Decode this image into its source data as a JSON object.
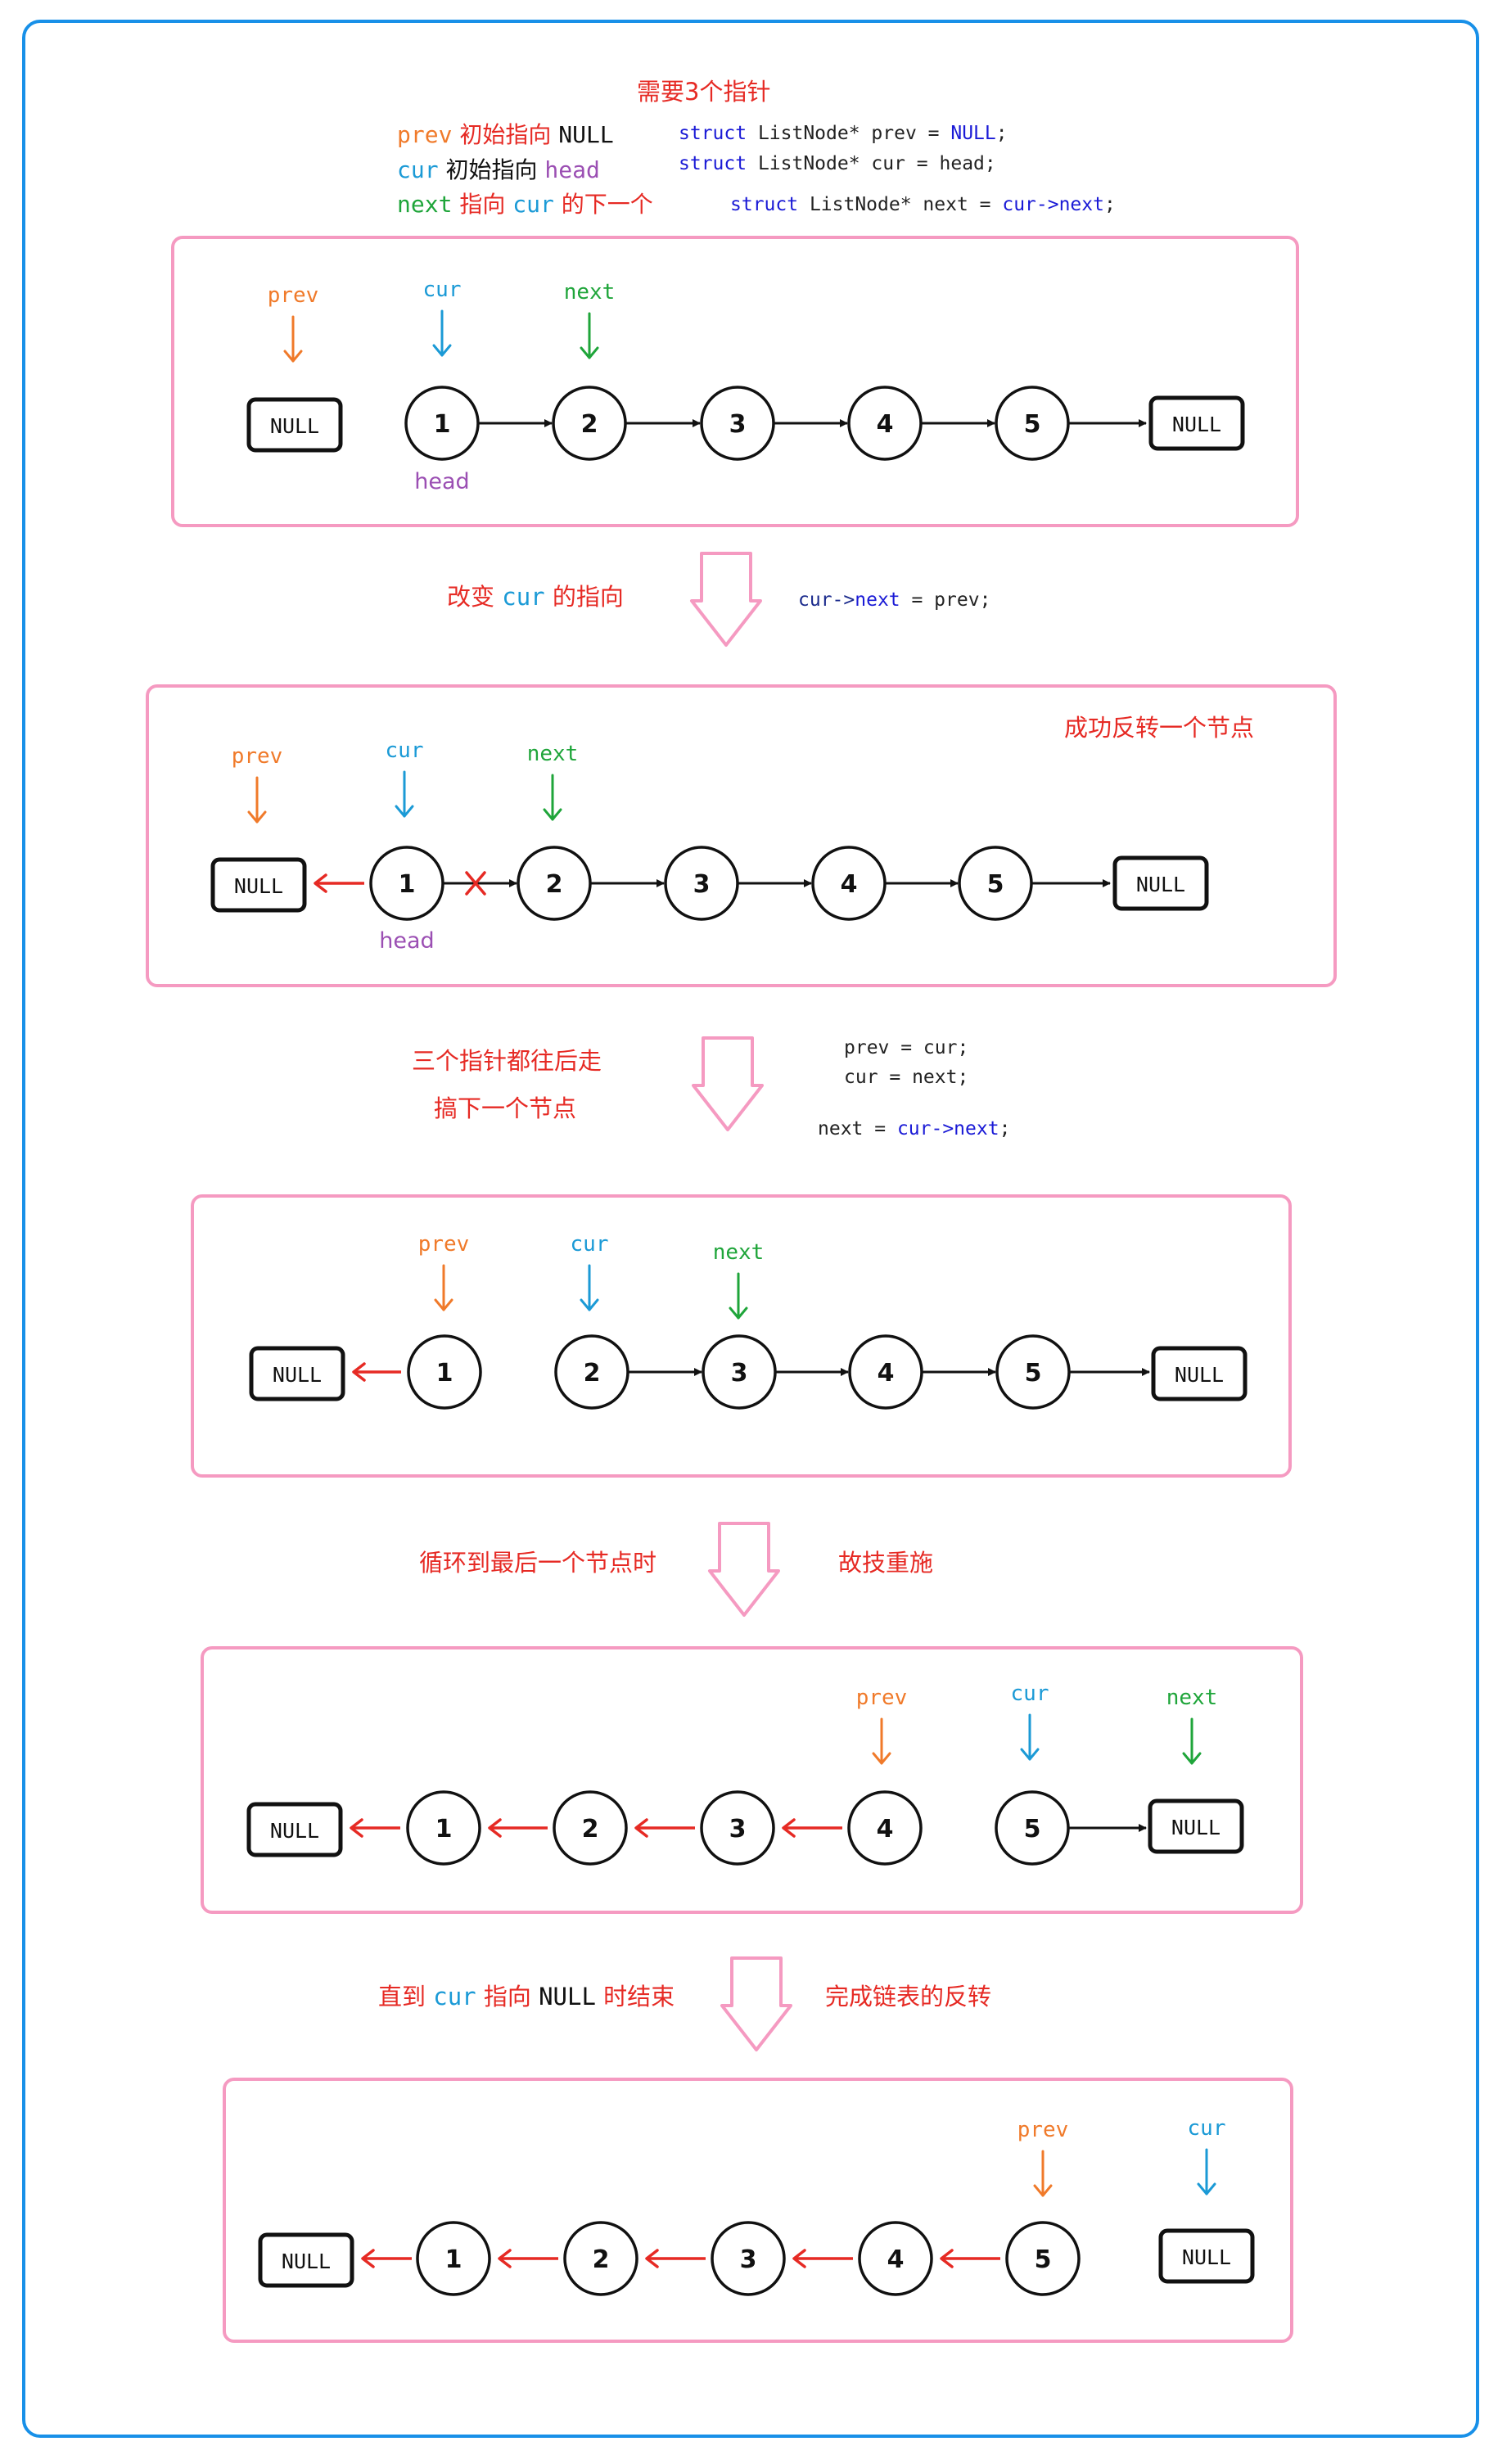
{
  "labels": {
    "prev": "prev",
    "cur": "cur",
    "next": "next",
    "head": "head",
    "null": "NULL"
  },
  "intro": {
    "title": "需要3个指针",
    "line1_text": "初始指向",
    "line1_target": "NULL",
    "line2_text": "初始指向",
    "line2_target": "head",
    "line3_text": "指向",
    "line3_tail": "的下一个",
    "code1": {
      "kw": "struct",
      "body": " ListNode* prev = ",
      "val": "NULL",
      "end": ";"
    },
    "code2": {
      "kw": "struct",
      "body": " ListNode* cur = head;"
    },
    "code3": {
      "kw": "struct",
      "body": " ListNode* next = ",
      "val": "cur->next",
      "end": ";"
    }
  },
  "step1": {
    "text_a": "改变",
    "text_b": "的指向",
    "code_a": "cur->",
    "code_b": "next",
    "code_c": " = prev;"
  },
  "panel2_note": "成功反转一个节点",
  "step2": {
    "line1": "三个指针都往后走",
    "line2": "搞下一个节点",
    "code1": "prev = cur;",
    "code2": "cur = next;",
    "code3_a": "next = ",
    "code3_b": "cur->next",
    "code3_c": ";"
  },
  "step3": {
    "left": "循环到最后一个节点时",
    "right": "故技重施"
  },
  "step4": {
    "text_a": "直到",
    "text_b": "指向",
    "text_c": "时结束",
    "right": "完成链表的反转"
  },
  "colors": {
    "frame": "#1890e8",
    "panel": "#f59ac1",
    "hollow_arrow": "#f59ac1",
    "prev": "#f07a2a",
    "cur": "#1b9ad6",
    "next": "#1fa53a",
    "head": "#9b4fb3",
    "reverse_link": "#e62a24",
    "note": "#e62a24",
    "keyword": "#1a1ad6"
  },
  "panels": [
    {
      "nodes": [
        "1",
        "2",
        "3",
        "4",
        "5"
      ],
      "pointers": [
        "prev",
        "cur",
        "next"
      ],
      "head": true
    },
    {
      "nodes": [
        "1",
        "2",
        "3",
        "4",
        "5"
      ],
      "pointers": [
        "prev",
        "cur",
        "next"
      ],
      "head": true,
      "broken_link": true
    },
    {
      "nodes": [
        "1",
        "2",
        "3",
        "4",
        "5"
      ],
      "pointers": [
        "prev",
        "cur",
        "next"
      ]
    },
    {
      "nodes": [
        "1",
        "2",
        "3",
        "4",
        "5"
      ],
      "pointers": [
        "prev",
        "cur",
        "next"
      ]
    },
    {
      "nodes": [
        "1",
        "2",
        "3",
        "4",
        "5"
      ],
      "pointers": [
        "prev",
        "cur"
      ]
    }
  ]
}
